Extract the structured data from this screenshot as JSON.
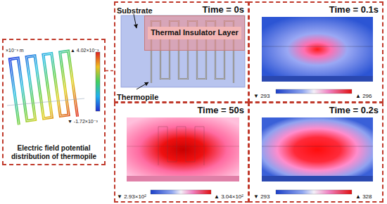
{
  "diagram": {
    "nodes": [
      {
        "text": [
          "Electric field potential distribution of thermopile"
        ]
      },
      {
        "text": [
          "Time = 0s"
        ]
      },
      {
        "text": [
          "Thermal Insulator Layer"
        ],
        "in": 1
      },
      {
        "text": [
          "Time = 0.1s"
        ]
      },
      {
        "text": [
          "Time = 50s"
        ]
      },
      {
        "text": [
          "Time = 0.2s"
        ]
      }
    ],
    "edges": [
      {
        "from": 0,
        "to": 1,
        "arrow": "none"
      }
    ],
    "labels": [
      "×10⁻³ m",
      "▲ 4.02×10⁻³",
      "▼ -1.72×10⁻³",
      "Substrate",
      "Thermopile",
      "▼ 293",
      "▲ 296",
      "▼ 2.93×10²",
      "▲ 3.04×10²",
      "▼ 293",
      "▲ 328"
    ]
  }
}
